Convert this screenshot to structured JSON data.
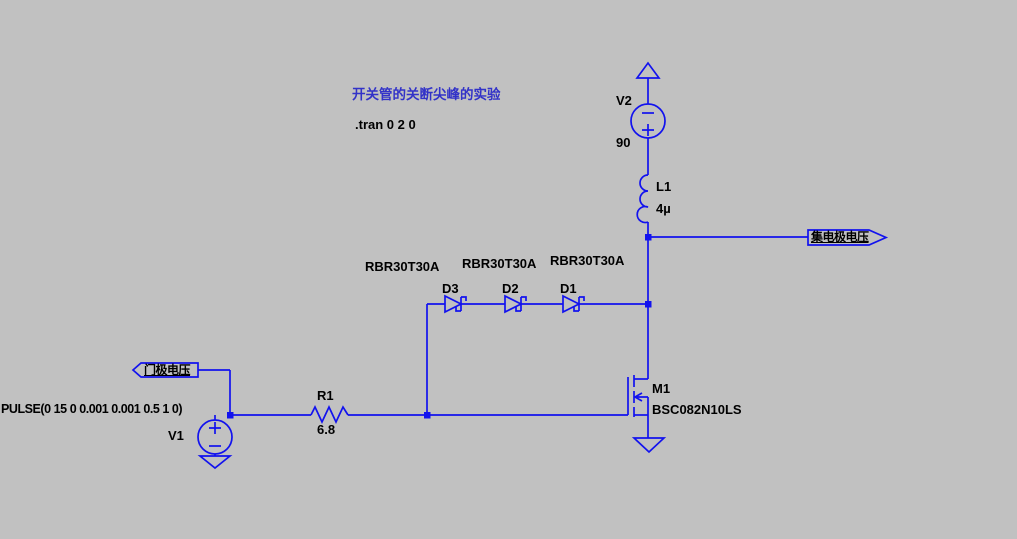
{
  "app": {
    "kind": "spice-schematic-editor",
    "background_color": "#c1c1c1",
    "wire_color": "#1212ee",
    "label_color": "#000000",
    "comment_color": "#3232c8"
  },
  "annotations": {
    "title_comment": "开关管的关断尖峰的实验",
    "spice_directive": ".tran 0 2 0"
  },
  "net_labels": {
    "collector": "集电极电压",
    "gate": "门极电压"
  },
  "components": {
    "v2": {
      "name": "V2",
      "value": "90"
    },
    "l1": {
      "name": "L1",
      "value": "4µ"
    },
    "v1": {
      "name": "V1",
      "value": "PULSE(0 15 0 0.001 0.001 0.5 1 0)"
    },
    "r1": {
      "name": "R1",
      "value": "6.8"
    },
    "m1": {
      "name": "M1",
      "value": "BSC082N10LS"
    },
    "diodes": [
      {
        "name": "D1",
        "value": "RBR30T30A"
      },
      {
        "name": "D2",
        "value": "RBR30T30A"
      },
      {
        "name": "D3",
        "value": "RBR30T30A"
      }
    ]
  }
}
